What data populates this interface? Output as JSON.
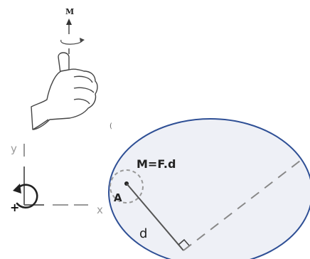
{
  "hand_figure": {
    "axis_label": "M"
  },
  "axes_figure": {
    "y_label": "y",
    "x_label": "x",
    "sign_label": "+"
  },
  "zoom_figure": {
    "formula": "M=F.d",
    "point_label": "A",
    "distance_label": "d",
    "ellipse_fill": "#eef0f6",
    "ellipse_stroke": "#2e4f95"
  }
}
